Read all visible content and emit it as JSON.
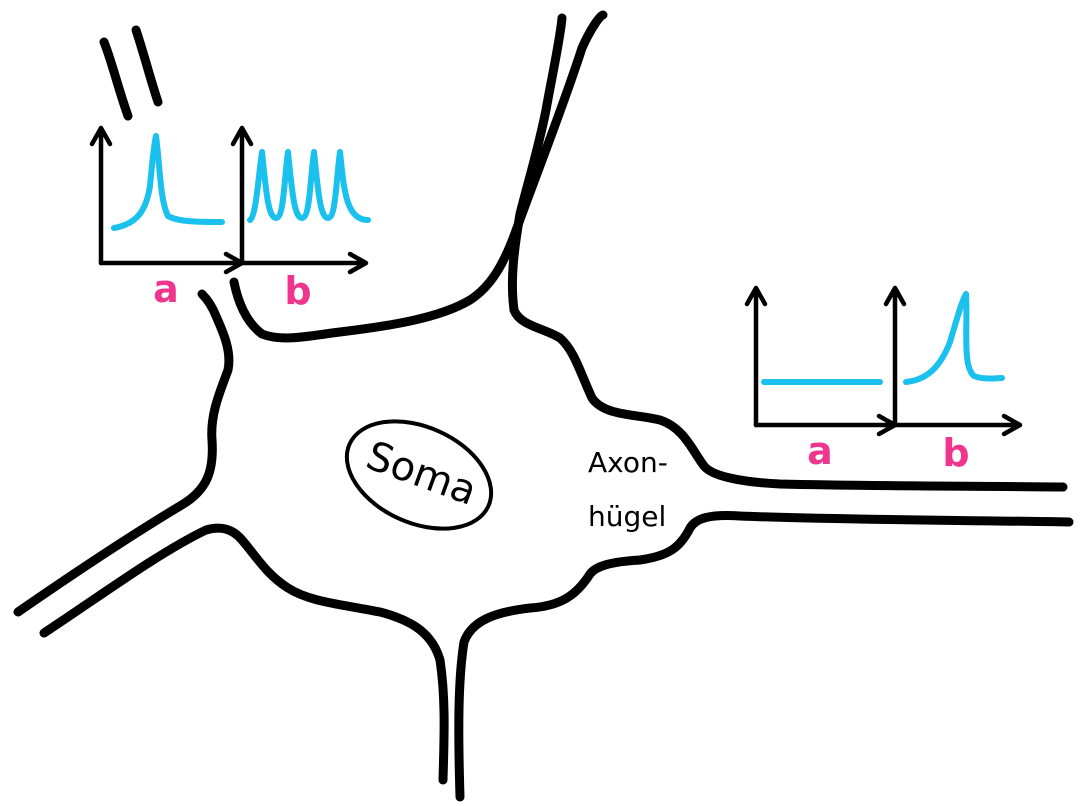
{
  "labels": {
    "soma": "Soma",
    "axon_line1": "Axon-",
    "axon_line2": "hügel"
  },
  "graphs": {
    "dendrite": {
      "a_label": "a",
      "b_label": "b"
    },
    "axon": {
      "a_label": "a",
      "b_label": "b"
    }
  },
  "colors": {
    "outline": "#000000",
    "signal": "#1ac0ee",
    "label_pink": "#f0358f",
    "background": "#ffffff"
  }
}
